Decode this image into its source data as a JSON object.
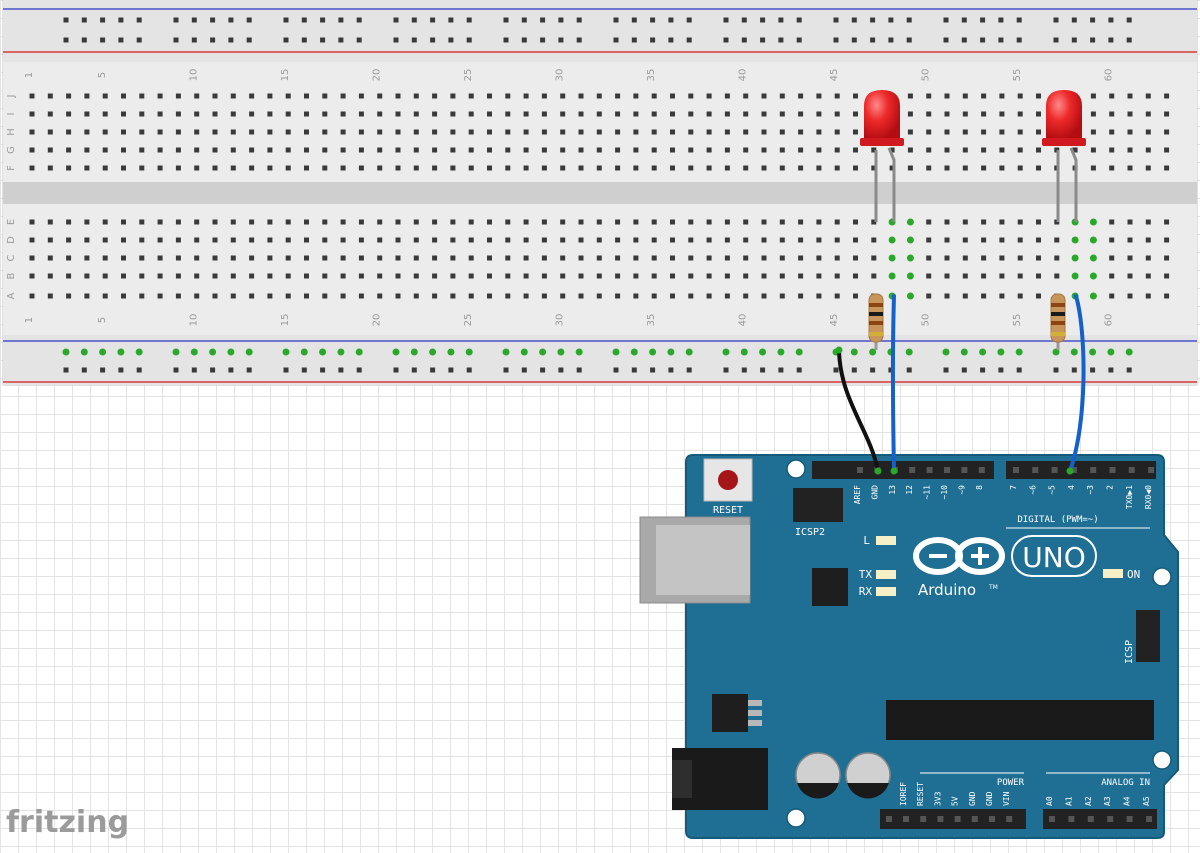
{
  "app": {
    "logo": "fritzing"
  },
  "breadboard": {
    "column_labels": [
      "1",
      "5",
      "10",
      "15",
      "20",
      "25",
      "30",
      "35",
      "40",
      "45",
      "50",
      "55",
      "60"
    ],
    "row_labels_top": [
      "J",
      "I",
      "H",
      "G",
      "F"
    ],
    "row_labels_bottom": [
      "E",
      "D",
      "C",
      "B",
      "A"
    ]
  },
  "components": {
    "led_color": "#e8141b",
    "resistor_color": "#c8955a",
    "wire_colors": {
      "gnd": "#111111",
      "signal": "#1560c9"
    }
  },
  "arduino": {
    "reset_label": "RESET",
    "icsp2_label": "ICSP2",
    "icsp_label": "ICSP",
    "led_l": "L",
    "led_tx": "TX",
    "led_rx": "RX",
    "on_label": "ON",
    "brand": "Arduino",
    "model": "UNO",
    "tm": "TM",
    "digital_label": "DIGITAL (PWM=~)",
    "power_label": "POWER",
    "analog_label": "ANALOG IN",
    "top_pins_left": [
      "AREF",
      "GND",
      "13",
      "12",
      "~11",
      "~10",
      "~9",
      "8"
    ],
    "top_pins_right": [
      "7",
      "~6",
      "~5",
      "4",
      "~3",
      "2",
      "TX0▶1",
      "RX0◀0"
    ],
    "bottom_pins_power": [
      "IOREF",
      "RESET",
      "3V3",
      "5V",
      "GND",
      "GND",
      "VIN"
    ],
    "bottom_pins_analog": [
      "A0",
      "A1",
      "A2",
      "A3",
      "A4",
      "A5"
    ],
    "board_color": "#1f6f94"
  }
}
